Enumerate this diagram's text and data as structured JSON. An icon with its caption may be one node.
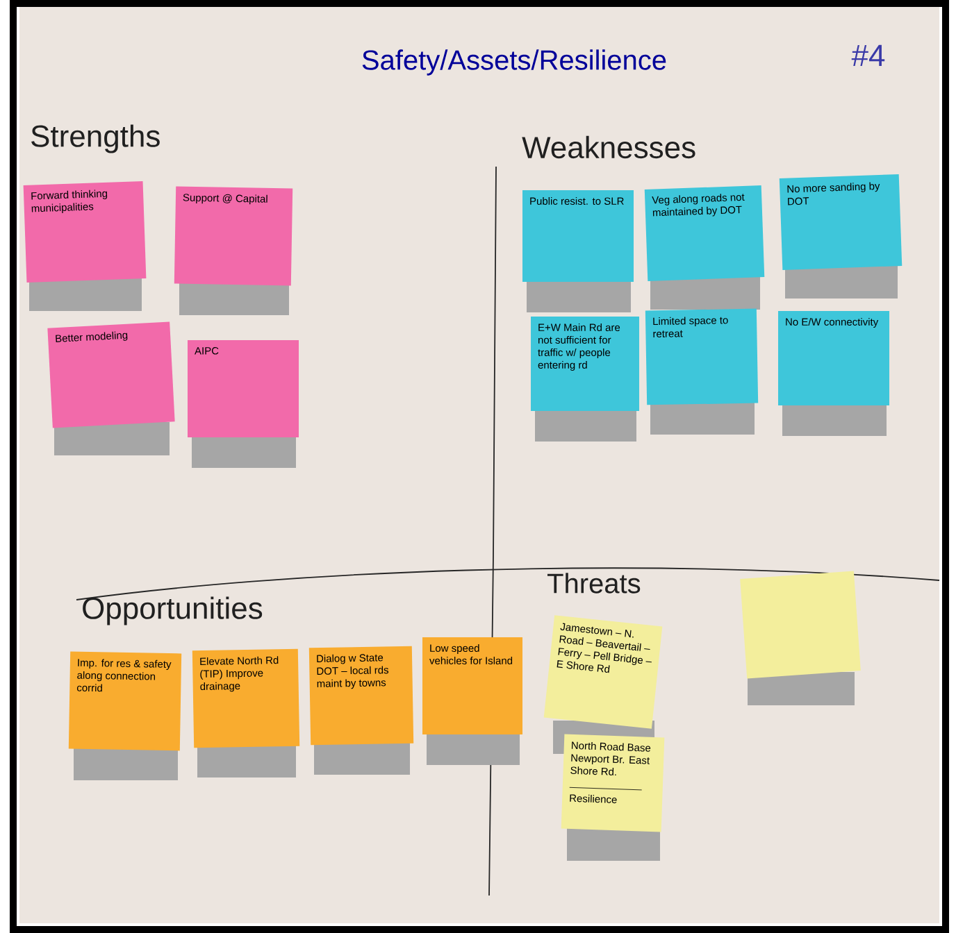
{
  "diagram": {
    "title": "Safety/Assets/Resilience",
    "nodes": [
      {
        "text": [
          "Forward thinking municipalities"
        ]
      },
      {
        "text": [
          "Support @ Capital"
        ]
      },
      {
        "text": [
          "Better modeling"
        ]
      },
      {
        "text": [
          "AIPC"
        ]
      },
      {
        "text": [
          "Public resist. to SLR"
        ]
      },
      {
        "text": [
          "Veg along roads not maintained by DOT"
        ]
      },
      {
        "text": [
          "No more sanding by DOT"
        ]
      },
      {
        "text": [
          "E+W Main Rd are not sufficient for traffic w/ people entering rd"
        ]
      },
      {
        "text": [
          "Limited space to retreat"
        ]
      },
      {
        "text": [
          "No E/W connectivity"
        ]
      },
      {
        "text": [
          "Imp. for res & safety along connection corrid"
        ]
      },
      {
        "text": [
          "Elevate North Rd (TIP) Improve drainage"
        ]
      },
      {
        "text": [
          "Dialog w State DOT – local rds maint by towns"
        ]
      },
      {
        "text": [
          "Low speed vehicles for Island"
        ]
      },
      {
        "text": [
          "Jamestown – N. Road – Beavertail – Ferry – Pell Bridge – E Shore Rd"
        ]
      },
      {
        "text": [
          "North Road Base Newport Br. East Shore Rd.",
          "Resilience"
        ]
      },
      {
        "text": [],
        "shape": "box"
      }
    ],
    "labels": [
      "#4",
      "Strengths",
      "Weaknesses",
      "Opportunities",
      "Threats"
    ]
  }
}
